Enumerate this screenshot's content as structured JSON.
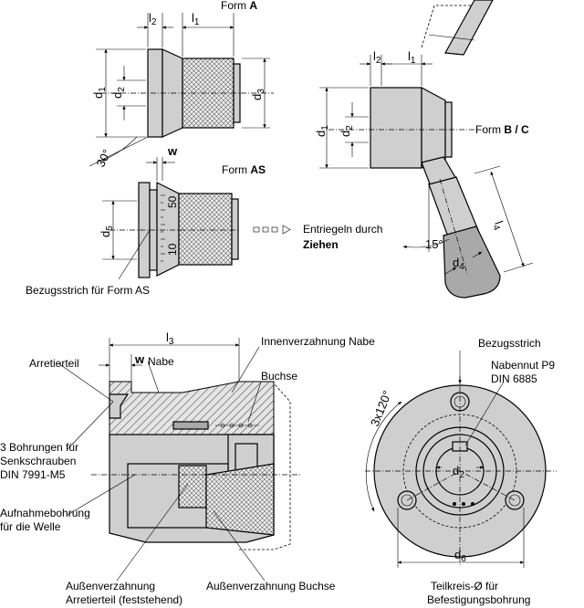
{
  "top_left": {
    "form_a": {
      "prefix": "Form ",
      "name": "A"
    },
    "form_as": {
      "prefix": "Form ",
      "name": "AS"
    },
    "dims": {
      "l2": "l",
      "l2_sub": "2",
      "l1": "l",
      "l1_sub": "1",
      "d1": "d",
      "d1_sub": "1",
      "d2": "d",
      "d2_sub": "2",
      "d3": "d",
      "d3_sub": "3",
      "d5": "d",
      "d5_sub": "5",
      "w": "w",
      "angle": "30°"
    },
    "scale_ticks": [
      "50",
      "10"
    ],
    "pull_text_1": "Entriegeln durch",
    "pull_text_2": "Ziehen",
    "ref_line_label": "Bezugsstrich für Form AS"
  },
  "top_right": {
    "form_bc": {
      "prefix": "Form ",
      "name": "B / C"
    },
    "dims": {
      "l2": "l",
      "l2_sub": "2",
      "l1": "l",
      "l1_sub": "1",
      "d1": "d",
      "d1_sub": "1",
      "d2": "d",
      "d2_sub": "2",
      "l4": "l",
      "l4_sub": "4",
      "d4": "d",
      "d4_sub": "4",
      "angle": "15°"
    }
  },
  "section": {
    "l3": "l",
    "l3_sub": "3",
    "w": "w",
    "labels": {
      "arretierteil": "Arretierteil",
      "nabe": "Nabe",
      "innenverzahnung": "Innenverzahnung Nabe",
      "buchse": "Buchse",
      "bohrungen_1": "3 Bohrungen für",
      "bohrungen_2": "Senkschrauben",
      "bohrungen_3": "DIN 7991-M5",
      "aufnahme_1": "Aufnahmebohrung",
      "aufnahme_2": "für die Welle",
      "aussen_arr_1": "Außenverzahnung",
      "aussen_arr_2": "Arretierteil (feststehend)",
      "aussen_buchse": "Außenverzahnung Buchse"
    }
  },
  "end_view": {
    "bezugsstrich": "Bezugsstrich",
    "nabennut_1": "Nabennut P9",
    "nabennut_2": "DIN 6885",
    "angle": "3x120°",
    "d2": "d",
    "d2_sub": "2",
    "d6": "d",
    "d6_sub": "6",
    "teilkreis_1": "Teilkreis-Ø für",
    "teilkreis_2": "Befestigungsbohrung"
  }
}
